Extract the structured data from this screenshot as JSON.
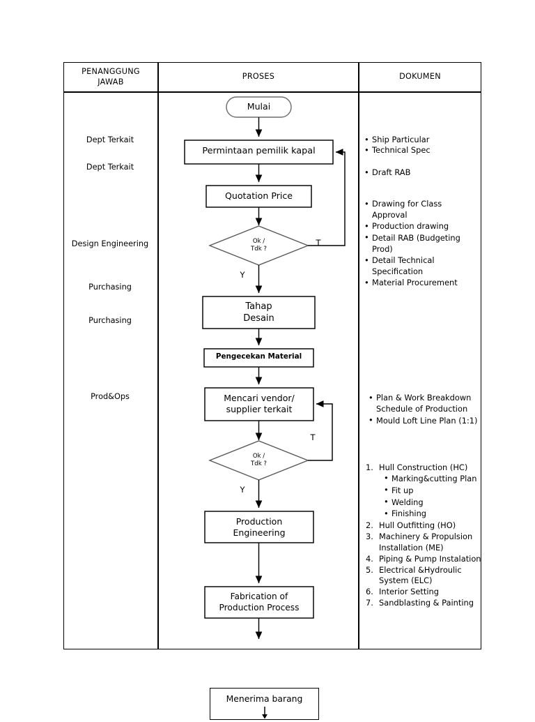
{
  "table": {
    "headers": {
      "col1": "PENANGGUNG\nJAWAB",
      "col1_line1": "PENANGGUNG",
      "col1_line2": "JAWAB",
      "col2": "PROSES",
      "col3": "DOKUMEN"
    }
  },
  "responsible": [
    {
      "label": "Dept Terkait"
    },
    {
      "label": "Dept Terkait"
    },
    {
      "label": "Design Engineering"
    },
    {
      "label": "Purchasing"
    },
    {
      "label": "Purchasing"
    },
    {
      "label": "Prod&Ops"
    }
  ],
  "flow": {
    "nodes": [
      {
        "id": "start",
        "shape": "terminator",
        "label": "Mulai"
      },
      {
        "id": "request",
        "shape": "process",
        "label": "Permintaan pemilik kapal"
      },
      {
        "id": "quotation",
        "shape": "process",
        "label": "Quotation Price"
      },
      {
        "id": "decision1",
        "shape": "decision",
        "label_line1": "Ok /",
        "label_line2": "Tdk ?"
      },
      {
        "id": "design",
        "shape": "process",
        "label_line1": "Tahap",
        "label_line2": "Desain"
      },
      {
        "id": "matcheck",
        "shape": "process",
        "label": "Pengecekan Material"
      },
      {
        "id": "vendor",
        "shape": "process",
        "label_line1": "Mencari vendor/",
        "label_line2": "supplier terkait"
      },
      {
        "id": "decision2",
        "shape": "decision",
        "label_line1": "Ok /",
        "label_line2": "Tdk ?"
      },
      {
        "id": "prodeng",
        "shape": "process",
        "label_line1": "Production",
        "label_line2": "Engineering"
      },
      {
        "id": "fabrication",
        "shape": "process",
        "label_line1": "Fabrication of",
        "label_line2": "Production Process"
      }
    ],
    "edge_labels": {
      "decision1_no": "T",
      "decision1_yes": "Y",
      "decision2_no": "T",
      "decision2_yes": "Y"
    }
  },
  "documents": {
    "group1": [
      "Ship Particular",
      "Technical Spec"
    ],
    "group2": [
      "Draft RAB"
    ],
    "group3": [
      "Drawing for Class Approval",
      "Production drawing",
      "Detail RAB (Budgeting Prod)",
      "Detail Technical Specification"
    ],
    "group4": [
      "Material Procurement"
    ],
    "group5": [
      "Plan & Work Breakdown Schedule of Production",
      "Mould Loft Line Plan (1:1)"
    ],
    "group6": [
      {
        "text": "Hull Construction (HC)",
        "sub": [
          "Marking&cutting Plan",
          "Fit up",
          "Welding",
          "Finishing"
        ]
      },
      {
        "text": "Hull Outfitting (HO)",
        "sub": []
      },
      {
        "text": "Machinery & Propulsion Installation (ME)",
        "sub": []
      },
      {
        "text": "Piping & Pump Instalation",
        "sub": []
      },
      {
        "text": "Electrical &Hydroulic System (ELC)",
        "sub": []
      },
      {
        "text": "Interior Setting",
        "sub": []
      },
      {
        "text": "Sandblasting & Painting",
        "sub": []
      }
    ]
  },
  "bottom": {
    "label": "Menerima barang"
  },
  "colors": {
    "line": "#000000",
    "background": "#ffffff",
    "text": "#000000"
  }
}
